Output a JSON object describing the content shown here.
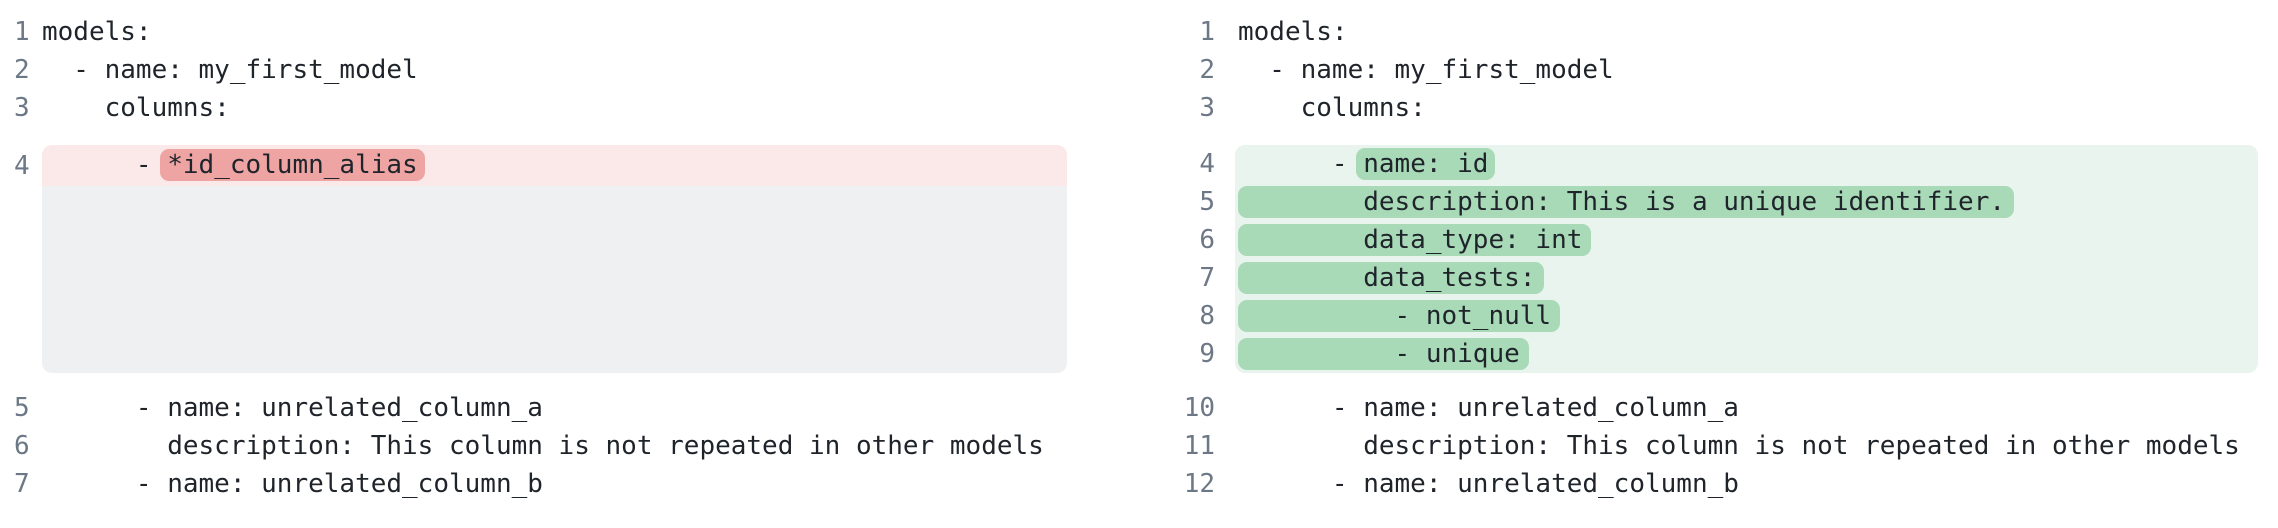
{
  "colors": {
    "removed_row_bg": "#fbe9e9",
    "removed_token_bg": "#eda4a3",
    "added_block_bg": "#e9f4ee",
    "added_token_bg": "#a8dab8",
    "collapsed_spacer_bg": "#eef0f1",
    "line_number": "#6d7887",
    "code_text": "#1f242b"
  },
  "left": {
    "lines_before": [
      {
        "num": "1",
        "text": "models:"
      },
      {
        "num": "2",
        "text": "  - name: my_first_model"
      },
      {
        "num": "3",
        "text": "    columns:"
      }
    ],
    "removed_line": {
      "num": "4",
      "prefix": "      - ",
      "token": "*id_column_alias"
    },
    "lines_after": [
      {
        "num": "5",
        "text": "      - name: unrelated_column_a"
      },
      {
        "num": "6",
        "text": "        description: This column is not repeated in other models"
      },
      {
        "num": "7",
        "text": "      - name: unrelated_column_b"
      }
    ]
  },
  "right": {
    "lines_before": [
      {
        "num": "1",
        "text": "models:"
      },
      {
        "num": "2",
        "text": "  - name: my_first_model"
      },
      {
        "num": "3",
        "text": "    columns:"
      }
    ],
    "added_lines": [
      {
        "num": "4",
        "prefix": "      - ",
        "token": "name: id"
      },
      {
        "num": "5",
        "token": "        description: This is a unique identifier."
      },
      {
        "num": "6",
        "token": "        data_type: int"
      },
      {
        "num": "7",
        "token": "        data_tests:"
      },
      {
        "num": "8",
        "token": "          - not_null"
      },
      {
        "num": "9",
        "token": "          - unique"
      }
    ],
    "lines_after": [
      {
        "num": "10",
        "text": "      - name: unrelated_column_a"
      },
      {
        "num": "11",
        "text": "        description: This column is not repeated in other models"
      },
      {
        "num": "12",
        "text": "      - name: unrelated_column_b"
      }
    ]
  }
}
